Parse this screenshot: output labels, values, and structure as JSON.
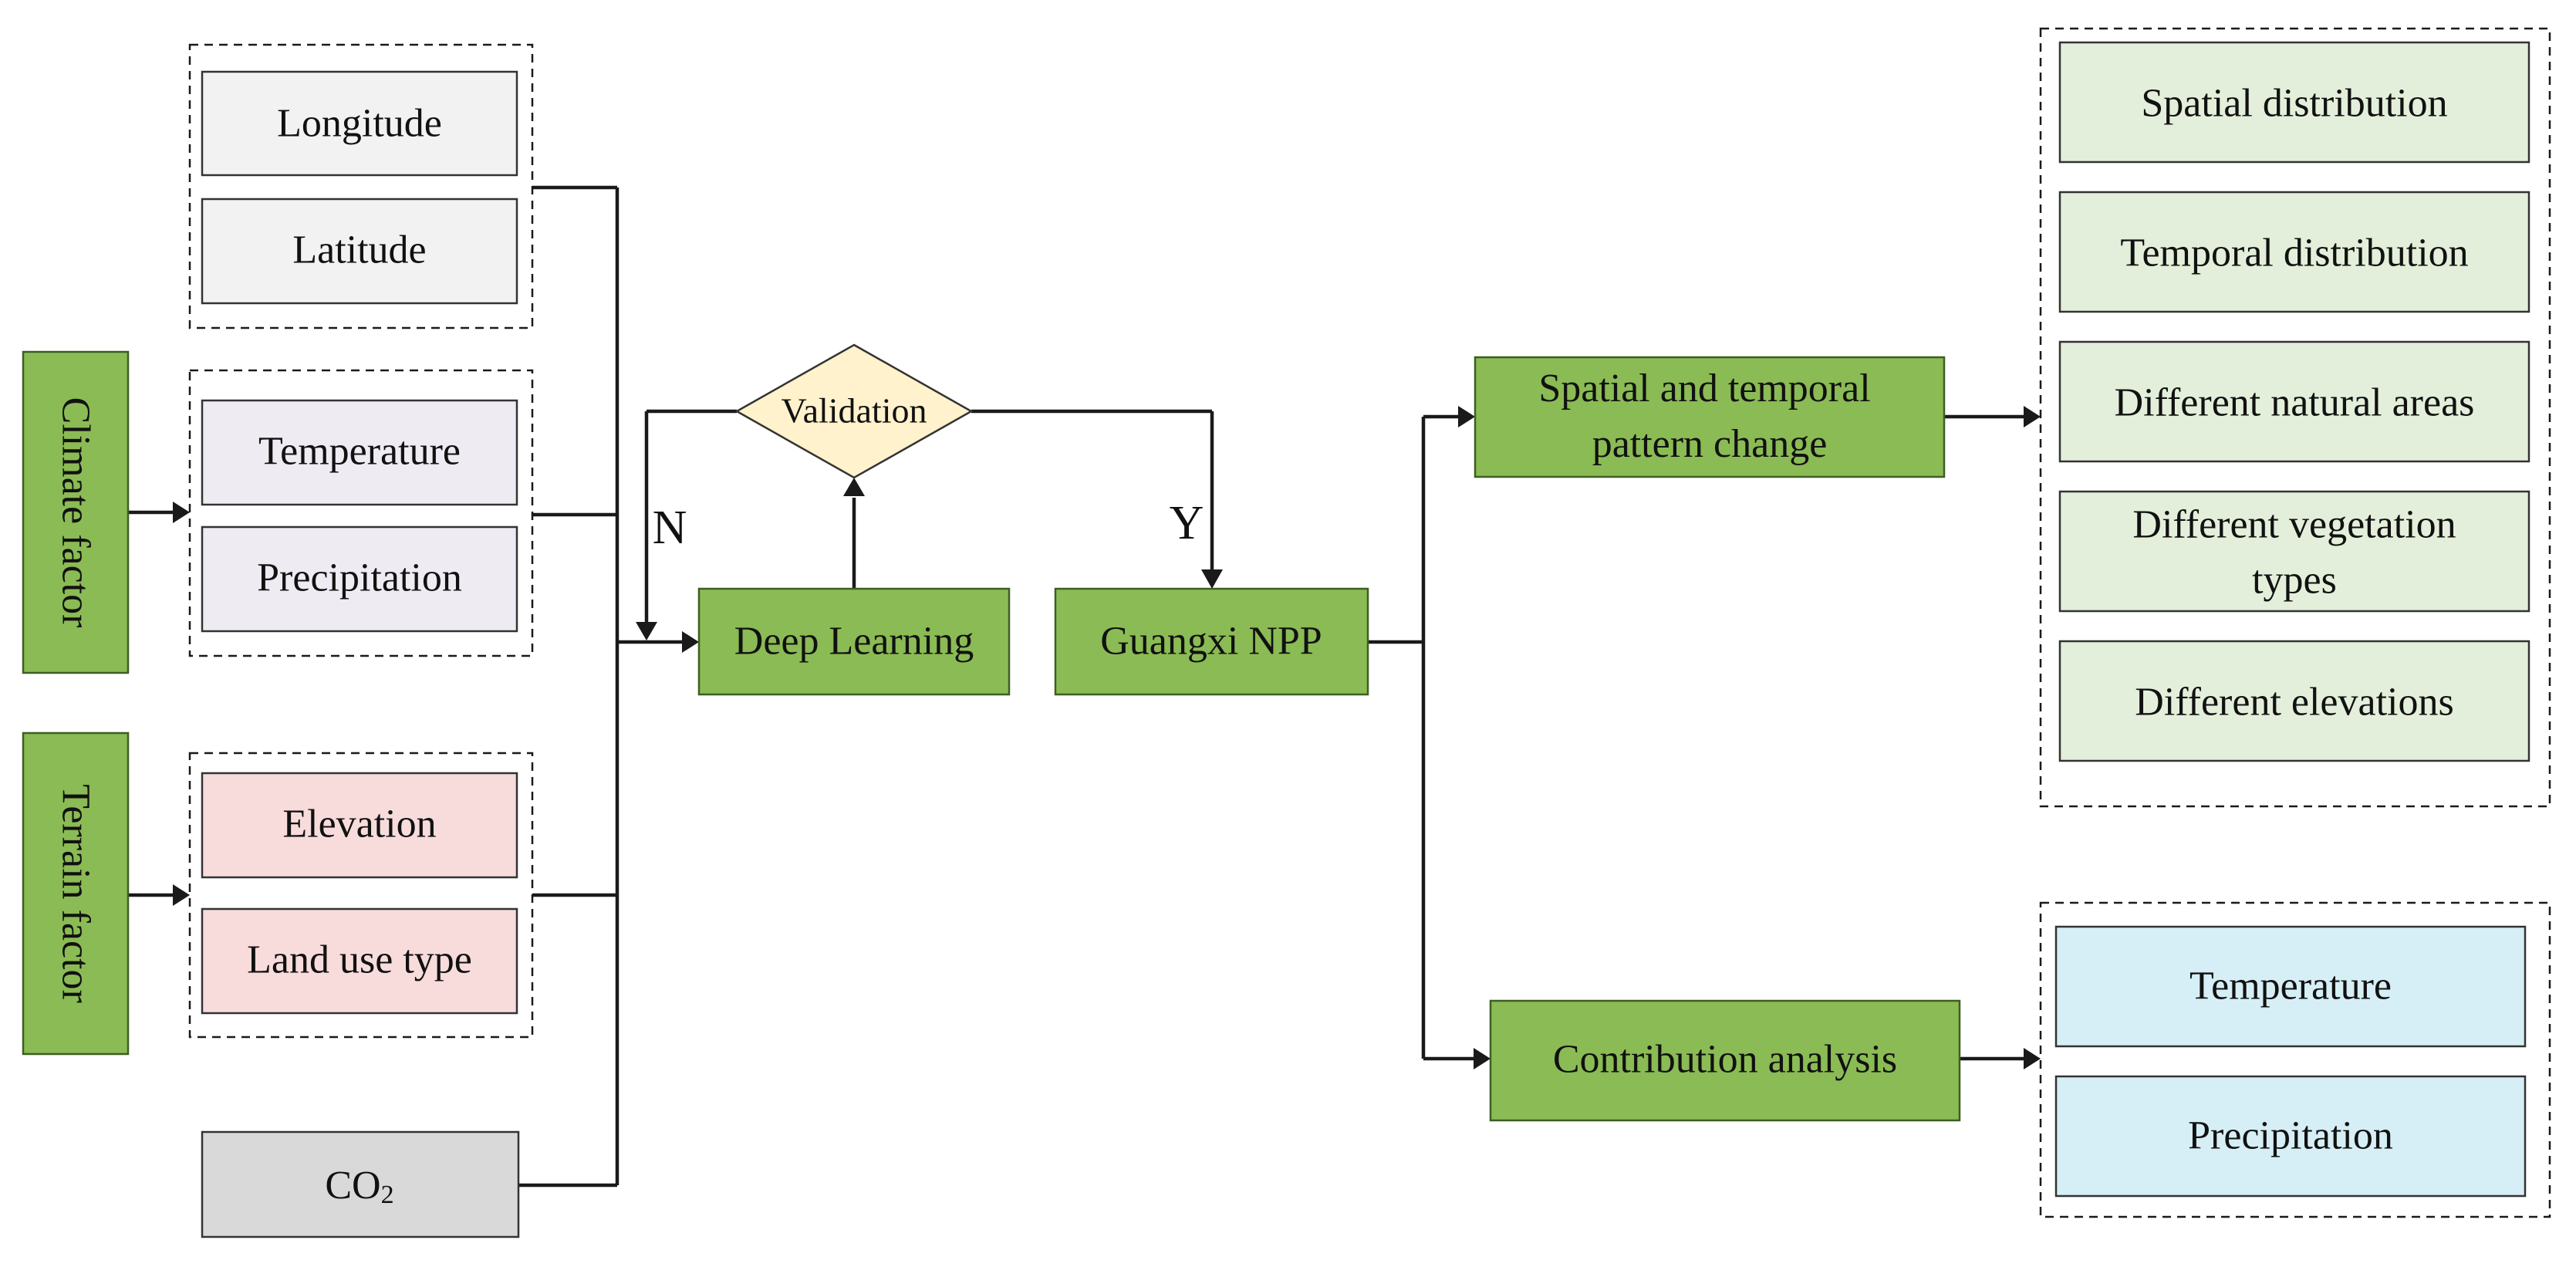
{
  "colors": {
    "process_green": "#8bbb54",
    "location_gray": "#f2f2f2",
    "climate_lavender": "#eeebf3",
    "terrain_pink": "#f8dcdc",
    "co2_gray": "#d9d9d9",
    "result_light_green": "#e3efda",
    "contribution_blue": "#d6eef5",
    "validation_yellow": "#fff2cc"
  },
  "inputs": {
    "location": [
      "Longitude",
      "Latitude"
    ],
    "climate_label": "Climate factor",
    "climate": [
      "Temperature",
      "Precipitation"
    ],
    "terrain_label": "Terrain factor",
    "terrain": [
      "Elevation",
      "Land use type"
    ],
    "co2": {
      "main": "CO",
      "sub": "2"
    }
  },
  "model": {
    "validation": "Validation",
    "no_label": "N",
    "yes_label": "Y",
    "deep_learning": "Deep Learning",
    "guangxi_npp": "Guangxi NPP"
  },
  "analysis": {
    "spatial_temporal_line1": "Spatial and temporal",
    "spatial_temporal_line2": "pattern change",
    "contribution": "Contribution analysis"
  },
  "results": {
    "pattern": [
      {
        "lines": [
          "Spatial distribution"
        ]
      },
      {
        "lines": [
          "Temporal distribution"
        ]
      },
      {
        "lines": [
          "Different natural areas"
        ]
      },
      {
        "lines": [
          "Different vegetation",
          "types"
        ]
      },
      {
        "lines": [
          "Different elevations"
        ]
      }
    ],
    "contribution": [
      "Temperature",
      "Precipitation"
    ]
  }
}
